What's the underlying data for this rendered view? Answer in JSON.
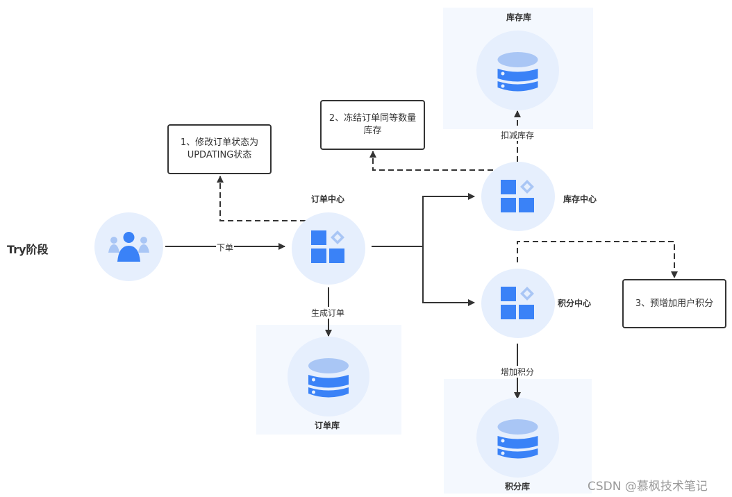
{
  "title": "Try阶段",
  "nodes": {
    "user": {
      "icon": "users-icon"
    },
    "order_center": {
      "label": "订单中心",
      "icon": "app-grid-icon"
    },
    "inventory_center": {
      "label": "库存中心",
      "icon": "app-grid-icon"
    },
    "points_center": {
      "label": "积分中心",
      "icon": "app-grid-icon"
    },
    "order_db": {
      "label": "订单库",
      "icon": "database-icon"
    },
    "inventory_db": {
      "label": "库存库",
      "icon": "database-icon"
    },
    "points_db": {
      "label": "积分库",
      "icon": "database-icon"
    }
  },
  "notes": {
    "note1": "1、修改订单状态为UPDATING状态",
    "note2": "2、冻结订单同等数量库存",
    "note3": "3、预增加用户积分"
  },
  "edges": {
    "place_order": "下单",
    "create_order": "生成订单",
    "deduct_inventory": "扣减库存",
    "add_points": "增加积分"
  },
  "colors": {
    "primary": "#3a82f7",
    "light": "#a9c6f5",
    "circle_bg": "#e6effd",
    "panel_bg": "#f4f8fe",
    "line": "#333333"
  },
  "watermark": "CSDN @慕枫技术笔记"
}
